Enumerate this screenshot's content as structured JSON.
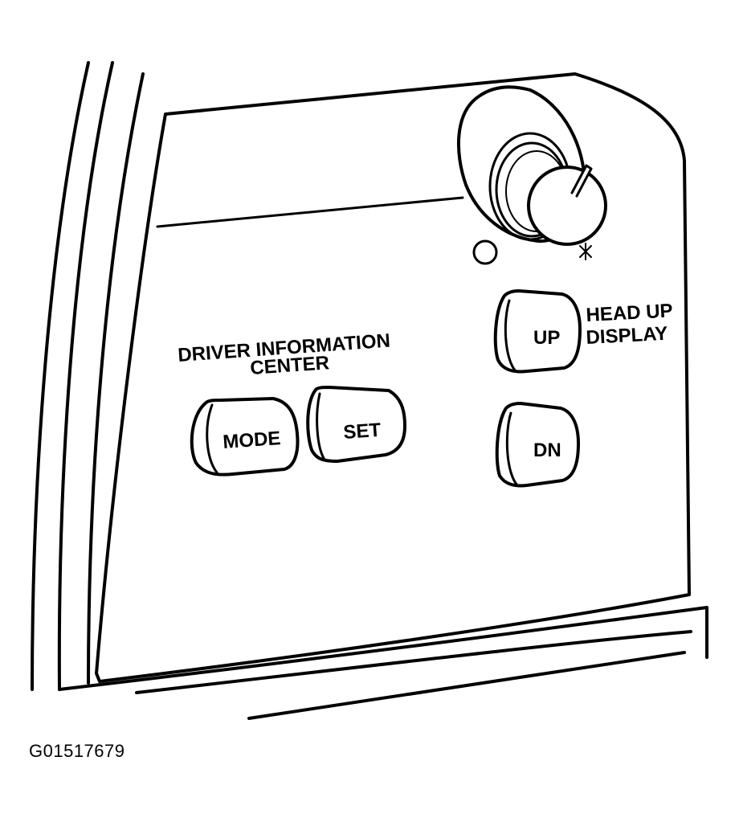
{
  "labels": {
    "driver_info_line1": "DRIVER INFORMATION",
    "driver_info_line2": "CENTER",
    "hud_line1": "HEAD UP",
    "hud_line2": "DISPLAY"
  },
  "buttons": {
    "mode": "MODE",
    "set": "SET",
    "up": "UP",
    "dn": "DN"
  },
  "figure_id": "G01517679",
  "colors": {
    "ink": "#000000",
    "paper": "#ffffff"
  },
  "icons": {
    "dimmer_knob": "rotary-knob",
    "indicator": "circle-indicator",
    "star": "star-mark"
  }
}
